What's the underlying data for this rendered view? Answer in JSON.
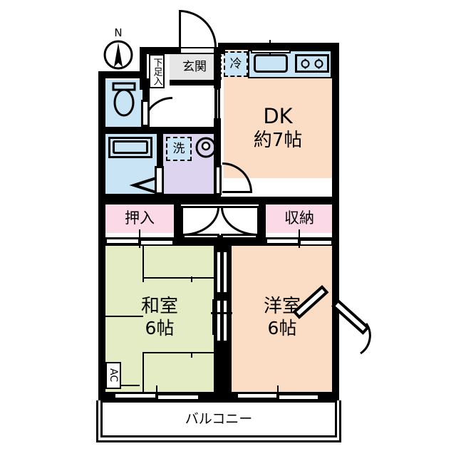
{
  "plan": {
    "title": "apartment-floor-plan",
    "compass": {
      "label": "N",
      "icon": "compass-north-icon"
    },
    "colors": {
      "wall": "#000000",
      "dk": "#fbddc6",
      "washitsu": "#e3ecc4",
      "yoshitsu": "#fbddc6",
      "closet": "#fbd9e6",
      "water": "#c8e4f5",
      "sanitary": "#ddd5ef",
      "entrance": "#e6e6e6",
      "hall": "#ffffff",
      "balcony": "#ffffff"
    },
    "rooms": [
      {
        "key": "dk",
        "name": "DK",
        "area": "約7帖",
        "color": "#fbddc6"
      },
      {
        "key": "washitsu",
        "name": "和室",
        "area": "6帖",
        "color": "#e3ecc4"
      },
      {
        "key": "yoshitsu",
        "name": "洋室",
        "area": "6帖",
        "color": "#fbddc6"
      },
      {
        "key": "balcony",
        "name": "バルコニー",
        "area": "",
        "color": "#ffffff"
      }
    ],
    "labels": {
      "dk_name": "DK",
      "dk_area": "約7帖",
      "washitsu_name": "和室",
      "washitsu_area": "6帖",
      "yoshitsu_name": "洋室",
      "yoshitsu_area": "6帖",
      "balcony": "バルコニー",
      "genkan": "玄関",
      "getabako": "下足入",
      "fridge": "冷",
      "washer": "洗",
      "oshiire": "押入",
      "shuunou": "収納",
      "ac": "AC"
    },
    "fixtures": [
      {
        "key": "toilet",
        "icon": "toilet-icon",
        "label": ""
      },
      {
        "key": "bathtub",
        "icon": "bathtub-icon",
        "label": ""
      },
      {
        "key": "sink",
        "icon": "kitchen-sink-icon",
        "label": ""
      },
      {
        "key": "stove",
        "icon": "gas-stove-icon",
        "label": ""
      },
      {
        "key": "fridge",
        "icon": "refrigerator-icon",
        "label": "冷"
      },
      {
        "key": "washer",
        "icon": "washing-machine-icon",
        "label": "洗"
      },
      {
        "key": "washbasin",
        "icon": "washbasin-icon",
        "label": ""
      },
      {
        "key": "ac",
        "icon": "air-conditioner-icon",
        "label": "AC"
      }
    ]
  }
}
